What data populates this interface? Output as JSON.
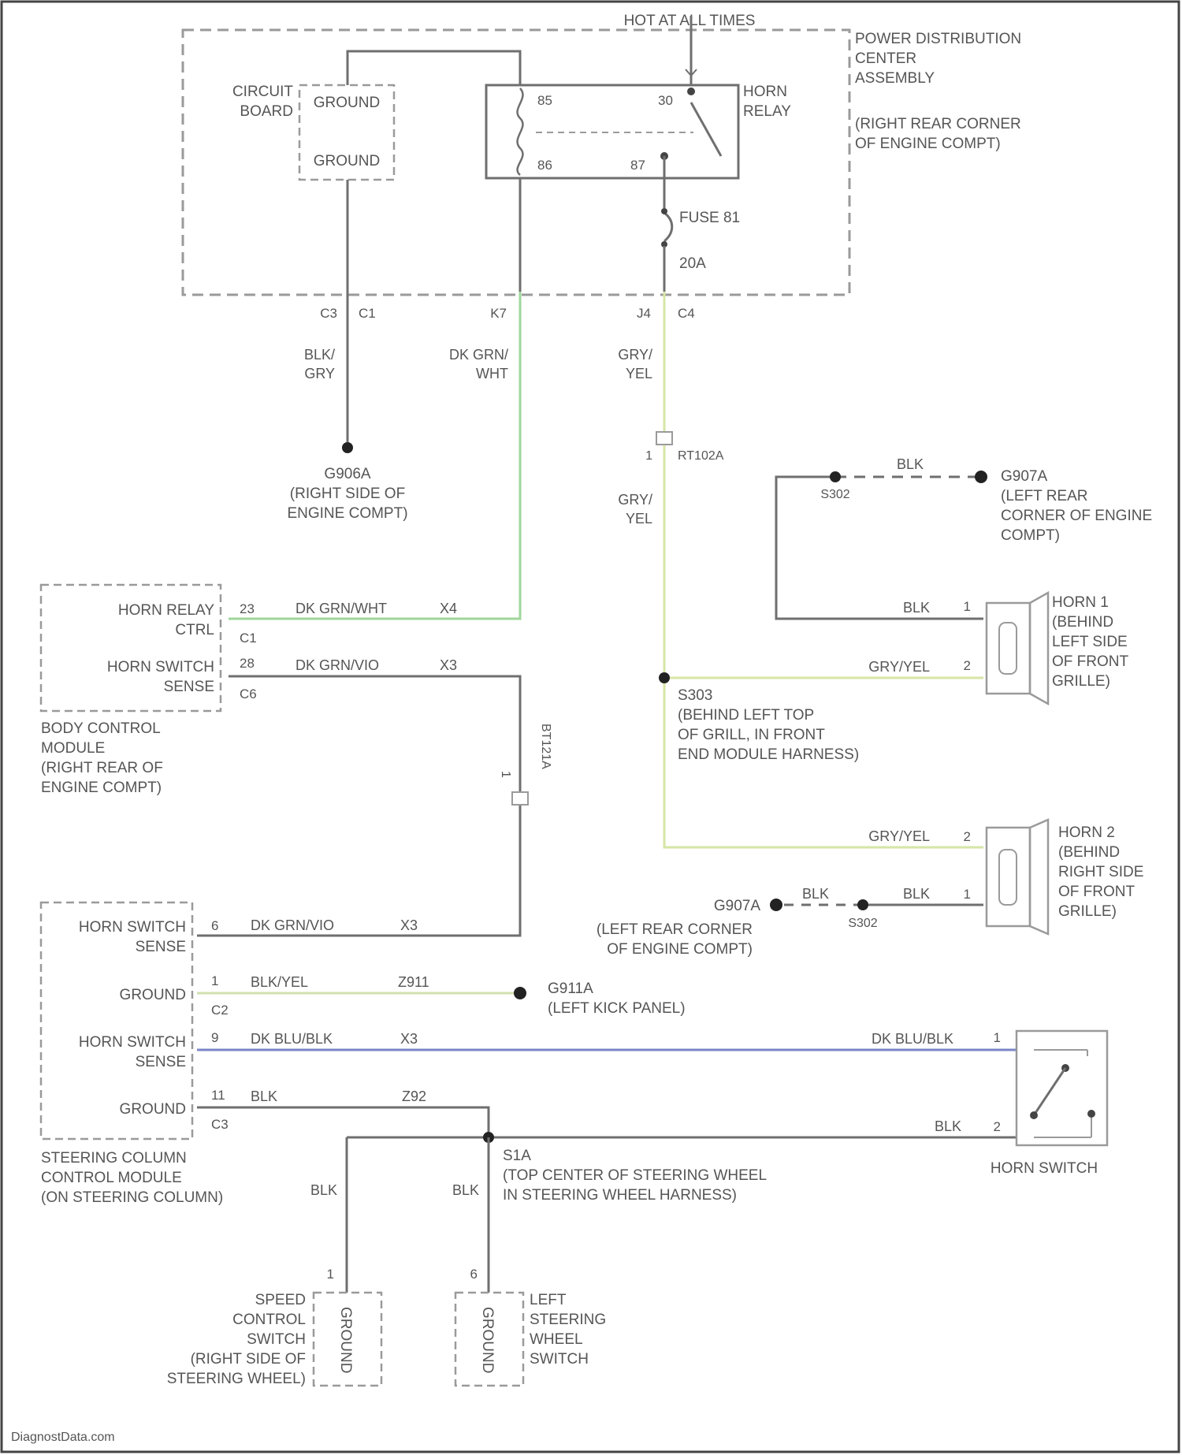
{
  "page": {
    "watermark": "DiagnostData.com"
  },
  "colors": {
    "plain_wire": "#6f6f6f",
    "dk_grn_wht": "#9fd69a",
    "gry_yel": "#d6e6a6",
    "blk_yel": "#d2e0b0",
    "dk_blu_blk": "#7b86c8",
    "dashed_box": "#9a9a9a"
  },
  "pdc": {
    "hot_label": "HOT AT ALL TIMES",
    "title_lines": [
      "POWER DISTRIBUTION",
      "CENTER",
      "ASSEMBLY"
    ],
    "location_lines": [
      "(RIGHT REAR CORNER",
      "OF ENGINE COMPT)"
    ],
    "circuit_board_lines": [
      "CIRCUIT",
      "BOARD"
    ],
    "ground_top": "GROUND",
    "ground_bottom": "GROUND",
    "relay_lines": [
      "HORN",
      "RELAY"
    ],
    "relay_pins": {
      "p85": "85",
      "p30": "30",
      "p86": "86",
      "p87": "87"
    },
    "fuse_lines": [
      "FUSE 81",
      "20A"
    ],
    "connectors": {
      "c3": "C3",
      "c1": "C1",
      "k7": "K7",
      "j4": "J4",
      "c4": "C4"
    }
  },
  "wires": {
    "blk_gry": [
      "BLK/",
      "GRY"
    ],
    "dk_grn_wht": [
      "DK GRN/",
      "WHT"
    ],
    "gry_yel_top": [
      "GRY/",
      "YEL"
    ],
    "gry_yel_mid": [
      "GRY/",
      "YEL"
    ],
    "splice_rt102a": "RT102A",
    "splice_rt102a_pin": "1",
    "bcm_relay_ctrl_wire": "DK GRN/WHT",
    "bcm_relay_ctrl_circuit": "X4",
    "bcm_switch_sense_wire": "DK GRN/VIO",
    "bcm_switch_sense_circuit": "X3",
    "inline_connector": "BT121A",
    "inline_connector_pin": "1",
    "horn1_blk": "BLK",
    "horn1_gry_yel": "GRY/YEL",
    "horn2_gry_yel": "GRY/YEL",
    "horn2_blk": "BLK",
    "blk_top_dashed": "BLK",
    "blk_bottom_dashed": "BLK",
    "sccm_sense_wire": "DK GRN/VIO",
    "sccm_sense_circuit": "X3",
    "sccm_ground_wire": "BLK/YEL",
    "sccm_ground_circuit": "Z911",
    "sccm_sense2_wire": "DK BLU/BLK",
    "sccm_sense2_circuit": "X3",
    "sccm_sense2_wire_right": "DK BLU/BLK",
    "sccm_ground2_wire": "BLK",
    "sccm_ground2_circuit": "Z92",
    "horn_switch_blk": "BLK",
    "speed_ctrl_blk": "BLK",
    "left_sw_blk": "BLK"
  },
  "grounds": {
    "g906a": {
      "id": "G906A",
      "lines": [
        "(RIGHT SIDE OF",
        "ENGINE COMPT)"
      ]
    },
    "g907a_top": {
      "id": "G907A",
      "lines": [
        "(LEFT REAR",
        "CORNER OF ENGINE",
        "COMPT)"
      ]
    },
    "s302_top": "S302",
    "g907a_bottom": {
      "id": "G907A",
      "lines": [
        "(LEFT REAR CORNER",
        "OF ENGINE COMPT)"
      ]
    },
    "s302_bottom": "S302",
    "g911a": {
      "id": "G911A",
      "lines": [
        "(LEFT KICK PANEL)"
      ]
    }
  },
  "splices": {
    "s303": {
      "id": "S303",
      "lines": [
        "(BEHIND LEFT TOP",
        "OF GRILL, IN FRONT",
        "END MODULE HARNESS)"
      ]
    },
    "s1a": {
      "id": "S1A",
      "lines": [
        "(TOP CENTER OF STEERING WHEEL",
        "IN STEERING WHEEL HARNESS)"
      ]
    }
  },
  "bcm": {
    "title_lines": [
      "BODY CONTROL",
      "MODULE",
      "(RIGHT REAR OF",
      "ENGINE COMPT)"
    ],
    "relay_ctrl_lines": [
      "HORN RELAY",
      "CTRL"
    ],
    "switch_sense_lines": [
      "HORN SWITCH",
      "SENSE"
    ],
    "pin_relay": "23",
    "conn_c1": "C1",
    "pin_sense": "28",
    "conn_c6": "C6"
  },
  "sccm": {
    "title_lines": [
      "STEERING COLUMN",
      "CONTROL MODULE",
      "(ON STEERING COLUMN)"
    ],
    "sense1_lines": [
      "HORN SWITCH",
      "SENSE"
    ],
    "ground1": "GROUND",
    "sense2_lines": [
      "HORN SWITCH",
      "SENSE"
    ],
    "ground2": "GROUND",
    "pins": {
      "p6": "6",
      "p1": "1",
      "p9": "9",
      "p11": "11"
    },
    "conn_c2": "C2",
    "conn_c3": "C3"
  },
  "horn1": {
    "lines": [
      "HORN 1",
      "(BEHIND",
      "LEFT SIDE",
      "OF FRONT",
      "GRILLE)"
    ],
    "pin1": "1",
    "pin2": "2"
  },
  "horn2": {
    "lines": [
      "HORN 2",
      "(BEHIND",
      "RIGHT SIDE",
      "OF FRONT",
      "GRILLE)"
    ],
    "pin2": "2",
    "pin1": "1"
  },
  "horn_switch": {
    "label": "HORN SWITCH",
    "pin1": "1",
    "pin2": "2"
  },
  "speed_control": {
    "lines": [
      "SPEED",
      "CONTROL",
      "SWITCH",
      "(RIGHT SIDE OF",
      "STEERING WHEEL)"
    ],
    "ground": "GROUND",
    "pin": "1"
  },
  "left_sw_switch": {
    "lines": [
      "LEFT",
      "STEERING",
      "WHEEL",
      "SWITCH"
    ],
    "ground": "GROUND",
    "pin": "6"
  }
}
